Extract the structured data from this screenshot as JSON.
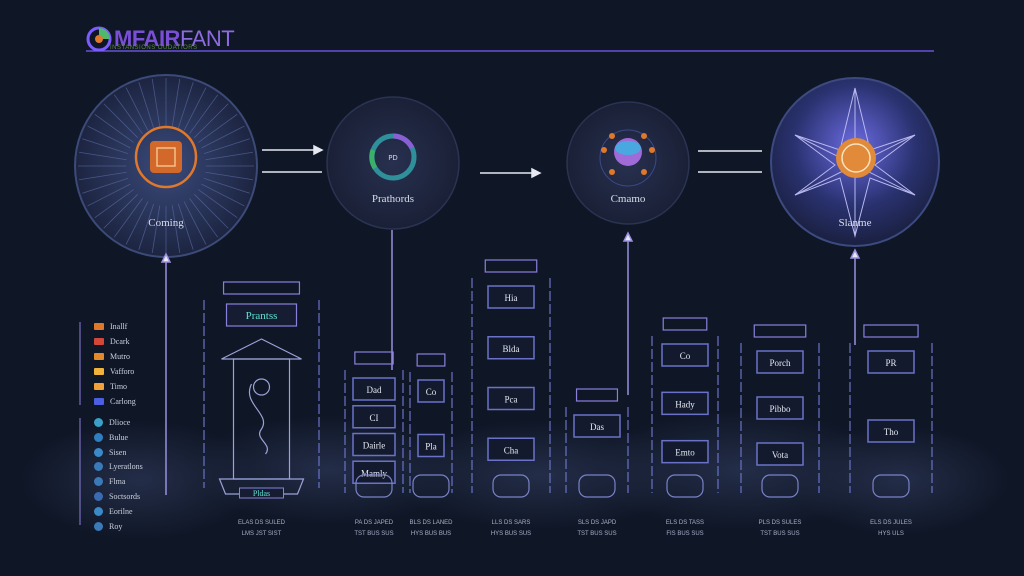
{
  "brand": {
    "name_bold": "MFAIR",
    "name_thin": "FANT",
    "tagline": "INSTANSIONS OUDATIORS"
  },
  "colors": {
    "background": "#0f1626",
    "accent_purple": "#7b5cff",
    "orange": "#e0782c",
    "line": "#8a7fdc"
  },
  "stages": [
    {
      "label": "Coming",
      "icon": "tower-badge-icon"
    },
    {
      "label": "Prathords",
      "icon": "ring-chart-icon"
    },
    {
      "label": "Cmamo",
      "icon": "orb-cluster-icon"
    },
    {
      "label": "Slanme",
      "icon": "star-burst-icon"
    }
  ],
  "legend_top": [
    {
      "label": "Inallf",
      "color": "#e0782c"
    },
    {
      "label": "Dcark",
      "color": "#d2473a"
    },
    {
      "label": "Mutro",
      "color": "#e08a2c"
    },
    {
      "label": "Vafforo",
      "color": "#f0b23a"
    },
    {
      "label": "Timo",
      "color": "#f2a03a"
    },
    {
      "label": "Carlong",
      "color": "#4b5fe0"
    }
  ],
  "legend_bottom": [
    {
      "label": "Dlioce",
      "color": "#3aa0c8"
    },
    {
      "label": "Bulue",
      "color": "#2f7fc0"
    },
    {
      "label": "Sisen",
      "color": "#3a8ac8"
    },
    {
      "label": "Lyeratlons",
      "color": "#3a7ab8"
    },
    {
      "label": "Flma",
      "color": "#3a7ab8"
    },
    {
      "label": "Soctsords",
      "color": "#3a6ab0"
    },
    {
      "label": "Eorilne",
      "color": "#3a8ac8"
    },
    {
      "label": "Roy",
      "color": "#3a7ab8"
    }
  ],
  "columns": [
    {
      "title": "Prantss",
      "cells": [],
      "footer": "Pldas",
      "cap1": "ELAS DS SULED",
      "cap2": "LMS JST SIST"
    },
    {
      "title": "",
      "cells": [
        "Dad",
        "CI",
        "Dairle",
        "Mamly"
      ],
      "footer": "",
      "cap1": "PA DS JAPED",
      "cap2": "TST BUS SUS"
    },
    {
      "title": "",
      "cells": [
        "Co",
        "Pla"
      ],
      "footer": "",
      "cap1": "BLS DS LANED",
      "cap2": "HYS BUS BUS"
    },
    {
      "title": "",
      "cells": [
        "Hia",
        "Blda",
        "Pca",
        "Cha"
      ],
      "footer": "",
      "cap1": "LLS DS SARS",
      "cap2": "HYS BUS SUS"
    },
    {
      "title": "",
      "cells": [
        "Das"
      ],
      "footer": "",
      "cap1": "SLS DS JAPD",
      "cap2": "TST BUS SUS"
    },
    {
      "title": "",
      "cells": [
        "Co",
        "Hady",
        "Emto"
      ],
      "footer": "",
      "cap1": "ELS DS TASS",
      "cap2": "FIS BUS SUS"
    },
    {
      "title": "",
      "cells": [
        "Porch",
        "Pibbo",
        "Vota"
      ],
      "footer": "",
      "cap1": "PLS DS SULES",
      "cap2": "TST BUS SUS"
    },
    {
      "title": "",
      "cells": [
        "PR",
        "Tho"
      ],
      "footer": "",
      "cap1": "ELS DS JULES",
      "cap2": "HYS ULS"
    }
  ]
}
